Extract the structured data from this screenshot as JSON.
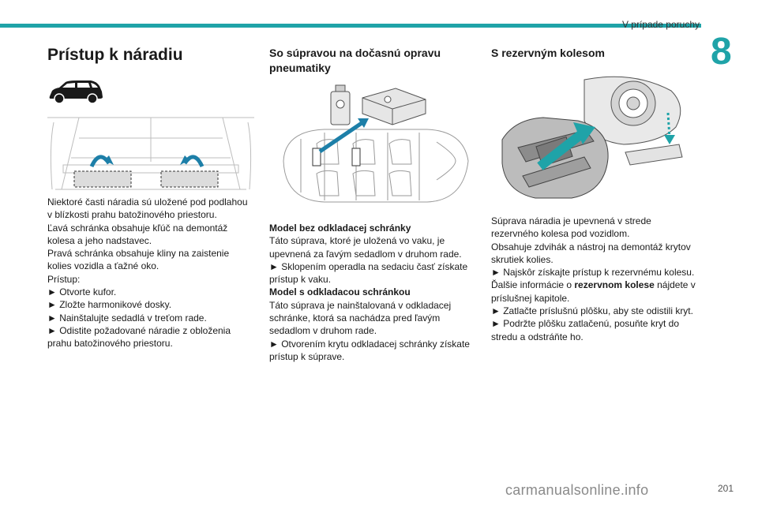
{
  "header": {
    "title": "V prípade poruchy",
    "chapter": "8"
  },
  "col1": {
    "title": "Prístup k náradiu",
    "paragraphs": [
      "Niektoré časti náradia sú uložené pod podlahou v blízkosti prahu batožinového priestoru.",
      "Ľavá schránka obsahuje kľúč na demontáž kolesa a jeho nadstavec.",
      "Pravá schránka obsahuje kliny na zaistenie kolies vozidla a ťažné oko.",
      "Prístup:",
      "► Otvorte kufor.",
      "► Zložte harmonikové dosky.",
      "► Nainštalujte sedadlá v treťom rade.",
      "► Odistite požadované náradie z obloženia prahu batožinového priestoru."
    ]
  },
  "col2": {
    "title": "So súpravou na dočasnú opravu pneumatiky",
    "sub1": "Model bez odkladacej schránky",
    "p1": "Táto súprava, ktoré je uložená vo vaku, je upevnená za ľavým sedadlom v druhom rade.",
    "p2": "► Sklopením operadla na sedaciu časť získate prístup k vaku.",
    "sub2": "Model s odkladacou schránkou",
    "p3": "Táto súprava je nainštalovaná v odkladacej schránke, ktorá sa nachádza pred ľavým sedadlom v druhom rade.",
    "p4": "► Otvorením krytu odkladacej schránky získate prístup k súprave."
  },
  "col3": {
    "title": "S rezervným kolesom",
    "p1": "Súprava náradia je upevnená v strede rezervného kolesa pod vozidlom.",
    "p2": "Obsahuje zdvihák a nástroj na demontáž krytov skrutiek kolies.",
    "p3": "► Najskôr získajte prístup k rezervnému kolesu.",
    "p4_pre": "Ďalšie informácie o ",
    "p4_bold": "rezervnom kolese",
    "p4_post": " nájdete v príslušnej kapitole.",
    "p5": "► Zatlačte príslušnú plôšku, aby ste odistili kryt.",
    "p6": "► Podržte plôšku zatlačenú, posuňte kryt do stredu a odstráňte ho."
  },
  "footer": {
    "page": "201",
    "watermark": "carmanualsonline.info"
  }
}
